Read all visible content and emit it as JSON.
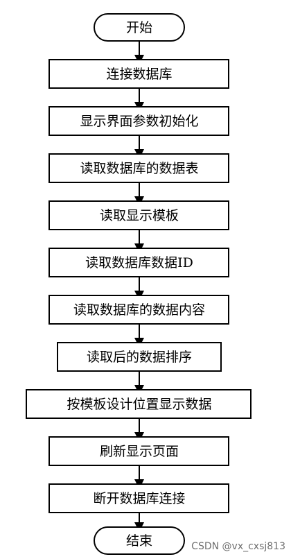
{
  "flowchart": {
    "start": "开始",
    "steps": [
      "连接数据库",
      "显示界面参数初始化",
      "读取数据库的数据表",
      "读取显示模板",
      "读取数据库数据ID",
      "读取数据库的数据内容",
      "读取后的数据排序",
      "按模板设计位置显示数据",
      "刷新显示页面",
      "断开数据库连接"
    ],
    "end": "结束"
  },
  "watermark": "CSDN @vx_cxsj813",
  "colors": {
    "stroke": "#000000",
    "fill": "#ffffff",
    "watermark": "#6f6f6f"
  }
}
